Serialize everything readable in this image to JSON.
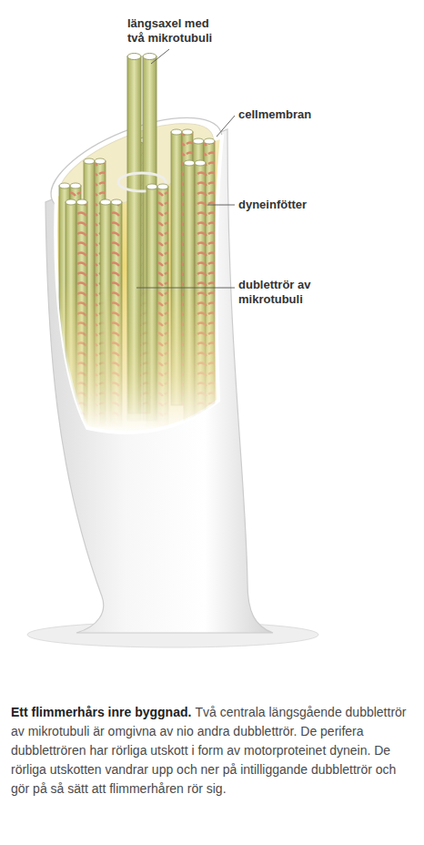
{
  "diagram": {
    "title": "Ett flimmerhårs inre byggnad.",
    "caption": "Två centrala längsgående dubblettrör av mikrotubuli är omgivna av nio andra dubblettrör. De perifera dubblettrören har rörliga utskott i form av motorproteinet dynein. De rörliga utskotten vandrar upp och ner på intilliggande dubblettrör och gör på så sätt att flimmerhåren rör sig.",
    "labels": [
      "längsaxel med två mikrotubuli",
      "cellmembran",
      "dyneinfötter",
      "dublettrör av mikrotubuli"
    ]
  }
}
